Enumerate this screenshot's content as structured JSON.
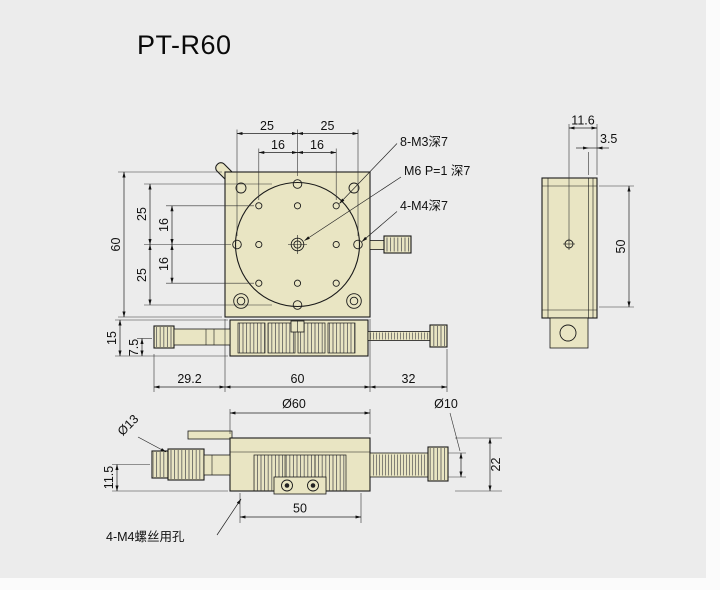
{
  "title": "PT-R60",
  "colors": {
    "part_fill": "#e9e5c3",
    "line_color": "#1a1a1a",
    "background": "#ececec"
  },
  "plan": {
    "dims": {
      "top25L": "25",
      "top25R": "25",
      "top16L": "16",
      "top16R": "16",
      "left60": "60",
      "left25U": "25",
      "left25D": "25",
      "left16U": "16",
      "left16D": "16",
      "left15": "15",
      "left75": "7.5",
      "bot292": "29.2",
      "bot60": "60",
      "bot32": "32"
    },
    "ann": {
      "m3": "8-M3深7",
      "m6": "M6 P=1 深7",
      "m4": "4-M4深7"
    }
  },
  "side": {
    "dims": {
      "w116": "11.6",
      "w35": "3.5",
      "h50": "50"
    }
  },
  "front": {
    "dims": {
      "dia60": "Ø60",
      "dia10": "Ø10",
      "dia13": "Ø13",
      "h22": "22",
      "h115": "11.5",
      "bot50": "50"
    },
    "ann": {
      "m4holes": "4-M4螺丝用孔"
    }
  }
}
